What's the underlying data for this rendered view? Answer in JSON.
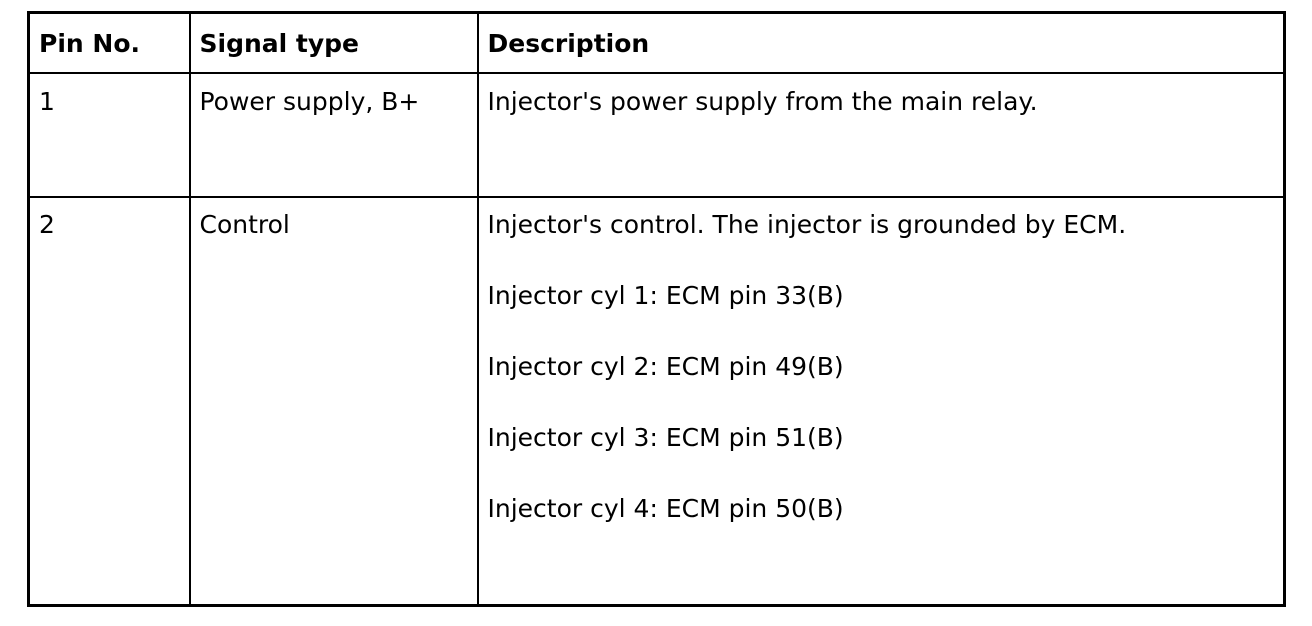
{
  "table": {
    "headers": {
      "pin": "Pin No.",
      "signal": "Signal type",
      "description": "Description"
    },
    "rows": [
      {
        "pin": "1",
        "signal": "Power supply, B+",
        "description": [
          "Injector's power supply from the main relay."
        ]
      },
      {
        "pin": "2",
        "signal": "Control",
        "description": [
          "Injector's control. The injector is grounded by ECM.",
          "Injector cyl 1: ECM pin 33(B)",
          "Injector cyl 2: ECM pin 49(B)",
          "Injector cyl 3: ECM pin 51(B)",
          "Injector cyl 4: ECM pin 50(B)"
        ]
      }
    ]
  }
}
